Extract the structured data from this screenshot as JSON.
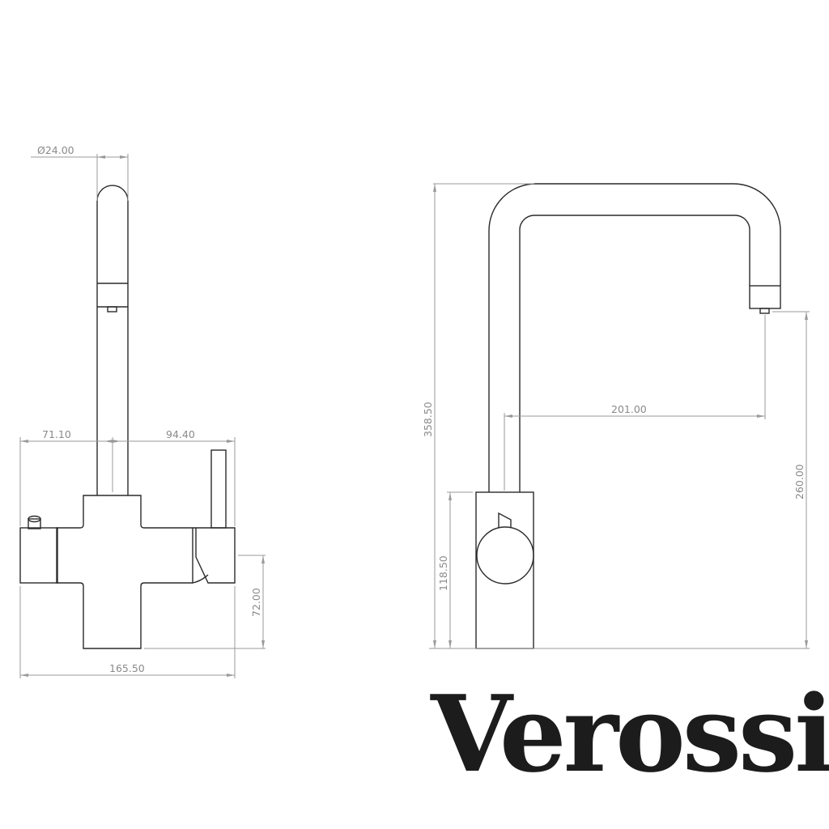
{
  "brand": {
    "name": "Verossi"
  },
  "colors": {
    "object_line": "#2a2a2a",
    "dimension_line": "#9a9a9a",
    "dimension_text": "#8a8a8a",
    "background": "#ffffff"
  },
  "front_view": {
    "dimensions": {
      "spout_diameter": "Ø24.00",
      "left_offset": "71.10",
      "right_offset": "94.40",
      "body_height": "72.00",
      "total_width": "165.50"
    }
  },
  "side_view": {
    "dimensions": {
      "total_height": "358.50",
      "spout_reach": "201.00",
      "spout_clearance": "260.00",
      "base_height": "118.50"
    }
  }
}
